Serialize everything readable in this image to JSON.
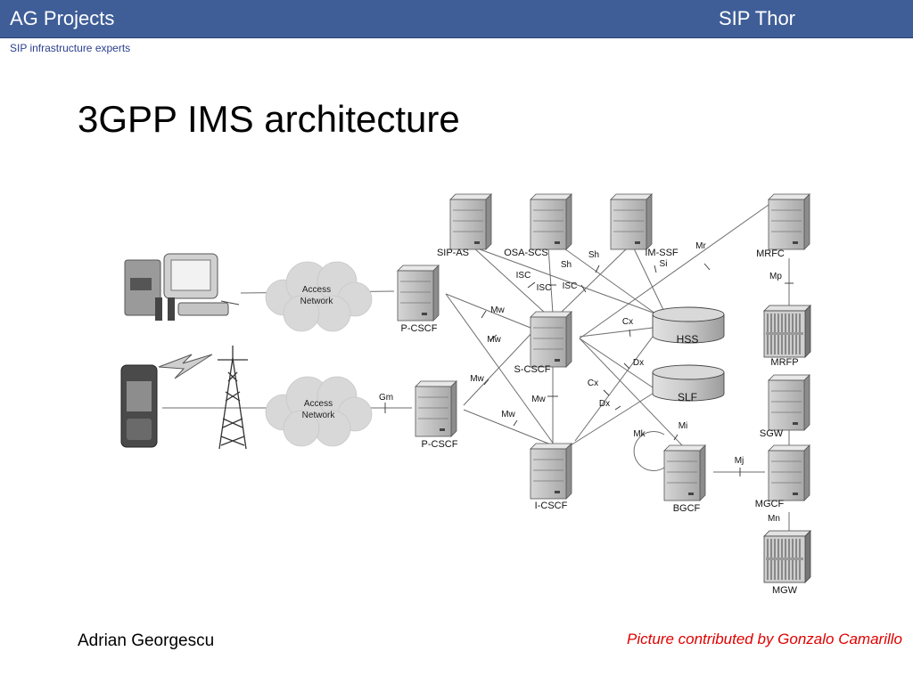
{
  "header": {
    "brand": "AG Projects",
    "product": "SIP Thor",
    "tagline": "SIP infrastructure experts"
  },
  "slide": {
    "title": "3GPP IMS architecture",
    "author": "Adrian Georgescu",
    "credit": "Picture contributed by Gonzalo Camarillo"
  },
  "diagram": {
    "nodes": {
      "sip_as": "SIP-AS",
      "osa_scs": "OSA-SCS",
      "im_ssf": "IM-SSF",
      "mrfc": "MRFC",
      "mrfp": "MRFP",
      "p_cscf_1": "P-CSCF",
      "p_cscf_2": "P-CSCF",
      "s_cscf": "S-CSCF",
      "i_cscf": "I-CSCF",
      "hss": "HSS",
      "slf": "SLF",
      "bgcf": "BGCF",
      "sgw": "SGW",
      "mgcf": "MGCF",
      "mgw": "MGW"
    },
    "access_network_1": [
      "Access",
      "Network"
    ],
    "access_network_2": [
      "Access",
      "Network"
    ],
    "interfaces": {
      "isc_1": "ISC",
      "isc_2": "ISC",
      "isc_3": "ISC",
      "sh_1": "Sh",
      "sh_2": "Sh",
      "si": "Si",
      "mr": "Mr",
      "mp": "Mp",
      "mw_1": "Mw",
      "mw_2": "Mw",
      "mw_3": "Mw",
      "mw_4": "Mw",
      "mw_5": "Mw",
      "cx_1": "Cx",
      "cx_2": "Cx",
      "dx_1": "Dx",
      "dx_2": "Dx",
      "gm": "Gm",
      "mi": "Mi",
      "mk": "Mk",
      "mj": "Mj",
      "mn": "Mn"
    }
  }
}
